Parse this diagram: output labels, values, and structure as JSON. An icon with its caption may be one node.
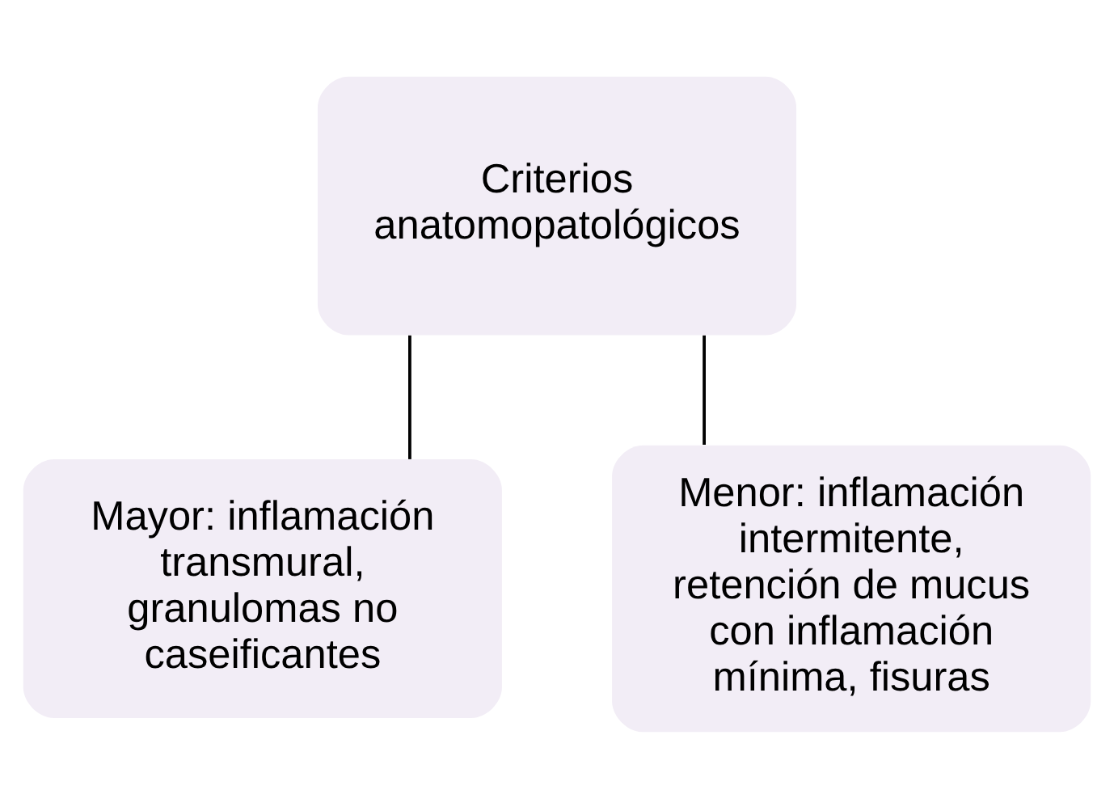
{
  "diagram": {
    "nodes": [
      {
        "text": [
          "Criterios anatomopatológicos"
        ]
      },
      {
        "text": [
          "Mayor: inflamación transmural, granulomas no caseificantes"
        ]
      },
      {
        "text": [
          "Menor: inflamación intermitente, retención de mucus con inflamación mínima, fisuras"
        ]
      }
    ],
    "edges": [
      {
        "from": 0,
        "to": 1,
        "arrow": "none"
      },
      {
        "from": 0,
        "to": 2,
        "arrow": "none"
      }
    ]
  }
}
